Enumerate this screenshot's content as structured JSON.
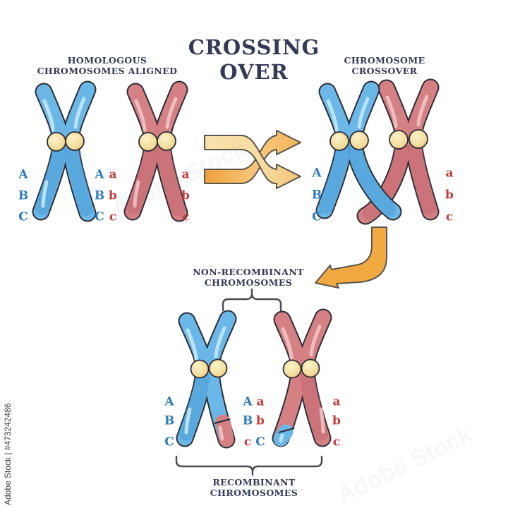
{
  "title": "CROSSING OVER",
  "watermark": "Adobe Stock | #473242486",
  "watermark_faint": "Adobe Stock",
  "colors": {
    "blue_chromosome": "#6BB8E8",
    "red_chromosome": "#D58184",
    "centromere": "#EDC675",
    "arrow_orange": "#F2A840",
    "arrow_cream": "#F8E2AC",
    "heading_navy": "#333A56",
    "letter_blue": "#2B7BBF",
    "letter_red": "#C93B3B"
  },
  "aligned": {
    "heading": "HOMOLOGOUS CHROMOSOMES ALIGNED",
    "blue_outer": [
      "A",
      "B",
      "C"
    ],
    "blue_inner": [
      "A",
      "B",
      "C"
    ],
    "red_inner": [
      "a",
      "b",
      "c"
    ],
    "red_outer": [
      "a",
      "b",
      "c"
    ]
  },
  "crossover": {
    "heading": "CHROMOSOME CROSSOVER",
    "blue_labels": [
      "A",
      "B",
      "C"
    ],
    "red_labels": [
      "a",
      "b",
      "c"
    ]
  },
  "result": {
    "nonrecombinant_label": "NON-RECOMBINANT CHROMOSOMES",
    "recombinant_label": "RECOMBINANT CHROMOSOMES",
    "blue_outer": [
      "A",
      "B",
      "C"
    ],
    "blue_inner": [
      "A",
      "B",
      "c"
    ],
    "red_inner": [
      "a",
      "b",
      "C"
    ],
    "red_outer": [
      "a",
      "b",
      "c"
    ]
  }
}
